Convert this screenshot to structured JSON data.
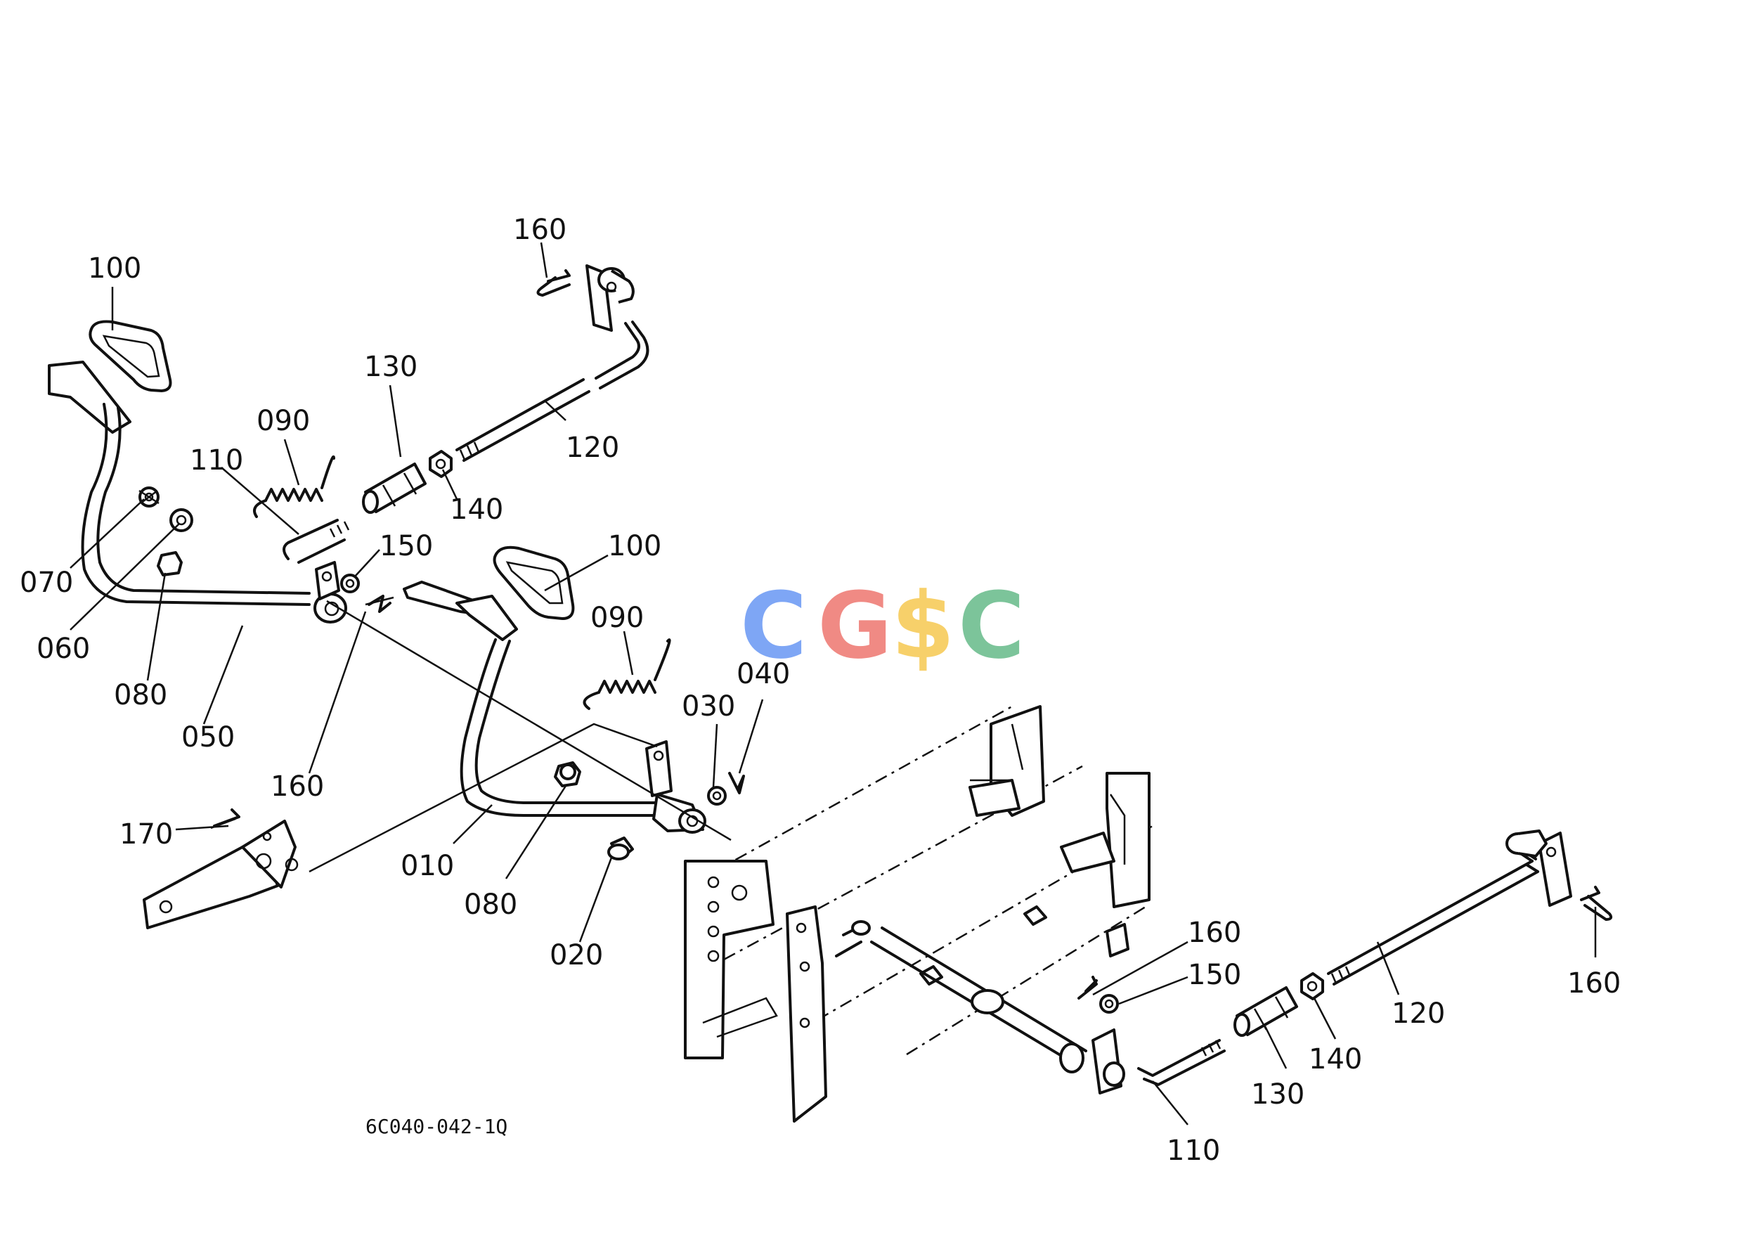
{
  "diagram_code": "6C040-042-1Q",
  "watermark": {
    "letters": [
      "C",
      "G",
      "$",
      "C"
    ],
    "colors": [
      "#7ea6f5",
      "#f08a84",
      "#f7d06a",
      "#7cc49a"
    ]
  },
  "labels": [
    {
      "id": "l1",
      "text": "100"
    },
    {
      "id": "l2",
      "text": "160"
    },
    {
      "id": "l3",
      "text": "130"
    },
    {
      "id": "l4",
      "text": "090"
    },
    {
      "id": "l5",
      "text": "110"
    },
    {
      "id": "l6",
      "text": "120"
    },
    {
      "id": "l7",
      "text": "140"
    },
    {
      "id": "l8",
      "text": "150"
    },
    {
      "id": "l9",
      "text": "100"
    },
    {
      "id": "l10",
      "text": "070"
    },
    {
      "id": "l11",
      "text": "060"
    },
    {
      "id": "l12",
      "text": "080"
    },
    {
      "id": "l13",
      "text": "050"
    },
    {
      "id": "l14",
      "text": "160"
    },
    {
      "id": "l15",
      "text": "090"
    },
    {
      "id": "l16",
      "text": "030"
    },
    {
      "id": "l17",
      "text": "040"
    },
    {
      "id": "l18",
      "text": "170"
    },
    {
      "id": "l19",
      "text": "010"
    },
    {
      "id": "l20",
      "text": "080"
    },
    {
      "id": "l21",
      "text": "020"
    },
    {
      "id": "l22",
      "text": "160"
    },
    {
      "id": "l23",
      "text": "150"
    },
    {
      "id": "l24",
      "text": "120"
    },
    {
      "id": "l25",
      "text": "160"
    },
    {
      "id": "l26",
      "text": "140"
    },
    {
      "id": "l27",
      "text": "130"
    },
    {
      "id": "l28",
      "text": "110"
    }
  ]
}
